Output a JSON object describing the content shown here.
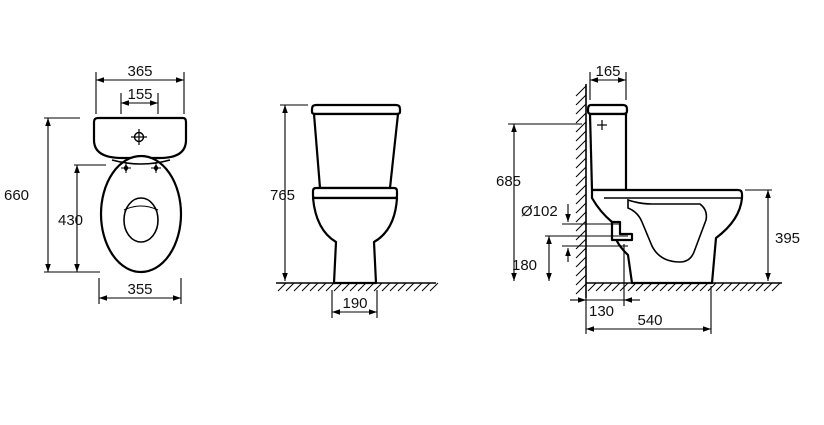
{
  "colors": {
    "ink": "#000000",
    "background": "#ffffff"
  },
  "top_view": {
    "width_label": "365",
    "inlet_label": "155",
    "height_label": "660",
    "seat_label": "430",
    "base_label": "355"
  },
  "front_view": {
    "height_label": "765",
    "base_label": "190"
  },
  "side_view": {
    "wall_offset_label": "165",
    "height_label": "685",
    "outlet_diameter_label": "Ø102",
    "outlet_height_label": "180",
    "bowl_height_label": "395",
    "outlet_to_wall_label": "130",
    "depth_label": "540"
  }
}
